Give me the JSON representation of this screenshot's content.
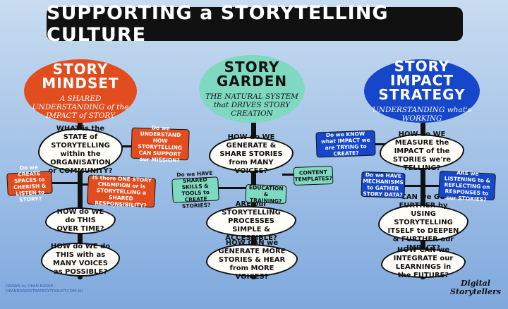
{
  "title": "SUPPORTING a STORYTELLING CULTURE",
  "colors": {
    "orange": "#e24d1f",
    "teal": "#7fd8c0",
    "blue": "#1646c9",
    "ink": "#111111"
  },
  "columns": [
    {
      "title": "STORY MINDSET",
      "subtitle": "A SHARED UNDERSTANDING of the IMPACT of STORY",
      "questions": [
        "WHAT is the STATE of STORYTELLING within the ORGANISATION or COMMUNITY?",
        "HOW do WE do THIS OVER TIME?",
        "HOW do WE do THIS with as MANY VOICES as POSSIBLE?"
      ],
      "tags": [
        "Do we UNDERSTAND HOW STORYTELLING CAN SUPPORT our MISSION?",
        "Do we CREATE SPACES to CHERISH & LISTEN to STORY?",
        "IS there ONE STORY CHAMPION or is STORYTELLING a SHARED RESPONSIBILITY?"
      ]
    },
    {
      "title": "STORY GARDEN",
      "subtitle": "THE NATURAL SYSTEM that DRIVES STORY CREATION",
      "questions": [
        "HOW do WE GENERATE & SHARE STORIES from MANY VOICES?",
        "ARE our STORYTELLING PROCESSES SIMPLE & ACCESSIBLE?",
        "HOW CAN we GENERATE MORE STORIES & HEAR from MORE VOICES?"
      ],
      "tags": [
        "CONTENT TEMPLATES?",
        "Do we HAVE SHARED SKILLS & TOOLS to CREATE STORIES?",
        "EDUCATION & TRAINING?"
      ]
    },
    {
      "title": "STORY IMPACT STRATEGY",
      "subtitle": "UNDERSTANDING what's WORKING",
      "questions": [
        "HOW do WE MEASURE the IMPACT of the STORIES we're TELLING?",
        "CAN we GO FURTHER by USING STORYTELLING ITSELF to DEEPEN & FURTHER our IMPACT?",
        "HOW CAN we INTEGRATE our LEARNINGS in the FUTURE?"
      ],
      "tags": [
        "Do we KNOW what IMPACT we are TRYING to CREATE?",
        "Do we HAVE MECHANISMS to GATHER STORY DATA?",
        "ARE we LISTENING to & REFLECTING on RESPONSES to our STORIES?"
      ]
    }
  ],
  "credit": "DRAWN by DEAN BURKE · DEANBURKESTRATEGYTOOLKIT.COM.AU",
  "logo": "Digital Storytellers"
}
